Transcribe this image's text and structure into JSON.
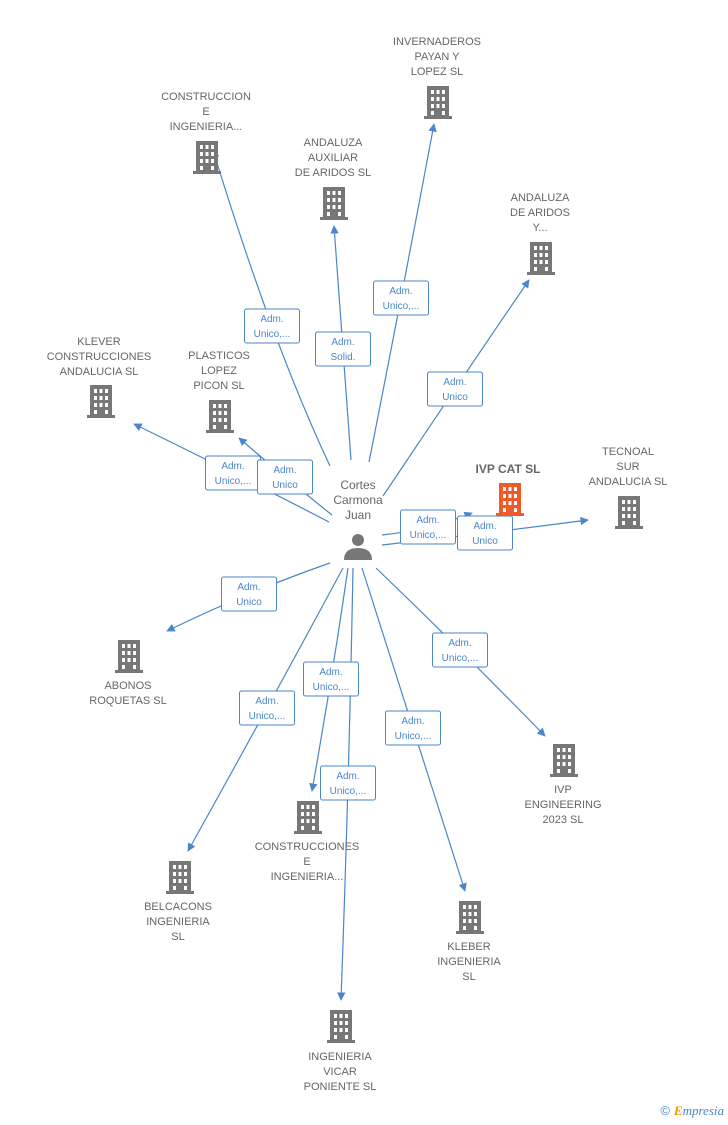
{
  "colors": {
    "edge": "#4a86c8",
    "building": "#777777",
    "focus_building": "#f05a28",
    "person": "#777777"
  },
  "person": {
    "name_lines": [
      "Cortes",
      "Carmona",
      "Juan"
    ],
    "icon": "person-icon"
  },
  "companies": [
    {
      "id": "invernaderos",
      "lines": [
        "INVERNADEROS",
        "PAYAN Y",
        "LOPEZ SL"
      ],
      "focus": false
    },
    {
      "id": "construccion-top",
      "lines": [
        "CONSTRUCCION",
        "E",
        "INGENIERIA..."
      ],
      "focus": false
    },
    {
      "id": "andaluza-auxiliar",
      "lines": [
        "ANDALUZA",
        "AUXILIAR",
        "DE ARIDOS  SL"
      ],
      "focus": false
    },
    {
      "id": "andaluza-aridos",
      "lines": [
        "ANDALUZA",
        "DE ARIDOS",
        "Y..."
      ],
      "focus": false
    },
    {
      "id": "klever",
      "lines": [
        "KLEVER",
        "CONSTRUCCIONES",
        "ANDALUCIA  SL"
      ],
      "focus": false
    },
    {
      "id": "plasticos",
      "lines": [
        "PLASTICOS",
        "LOPEZ",
        "PICON SL"
      ],
      "focus": false
    },
    {
      "id": "ivp-cat",
      "lines": [
        "IVP CAT  SL"
      ],
      "focus": true
    },
    {
      "id": "tecnoal",
      "lines": [
        "TECNOAL",
        "SUR",
        "ANDALUCIA SL"
      ],
      "focus": false
    },
    {
      "id": "abonos",
      "lines": [
        "ABONOS",
        "ROQUETAS SL"
      ],
      "focus": false
    },
    {
      "id": "ivp-engineering",
      "lines": [
        "IVP",
        "ENGINEERING",
        "2023  SL"
      ],
      "focus": false
    },
    {
      "id": "construcciones-bottom",
      "lines": [
        "CONSTRUCCIONES",
        "E",
        "INGENIERIA..."
      ],
      "focus": false
    },
    {
      "id": "belcacons",
      "lines": [
        "BELCACONS",
        "INGENIERIA",
        "SL"
      ],
      "focus": false
    },
    {
      "id": "kleber",
      "lines": [
        "KLEBER",
        "INGENIERIA",
        "SL"
      ],
      "focus": false
    },
    {
      "id": "ingenieria-vicar",
      "lines": [
        "INGENIERIA",
        "VICAR",
        "PONIENTE  SL"
      ],
      "focus": false
    }
  ],
  "edges": [
    {
      "to": "invernaderos",
      "label": [
        "Adm.",
        "Unico,..."
      ]
    },
    {
      "to": "construccion-top",
      "label": [
        "Adm.",
        "Unico,..."
      ]
    },
    {
      "to": "andaluza-auxiliar",
      "label": [
        "Adm.",
        "Solid."
      ]
    },
    {
      "to": "andaluza-aridos",
      "label": [
        "Adm.",
        "Unico"
      ]
    },
    {
      "to": "klever",
      "label": [
        "Adm.",
        "Unico,..."
      ]
    },
    {
      "to": "plasticos",
      "label": [
        "Adm.",
        "Unico"
      ]
    },
    {
      "to": "ivp-cat",
      "label": [
        "Adm.",
        "Unico,..."
      ]
    },
    {
      "to": "tecnoal",
      "label": [
        "Adm.",
        "Unico"
      ]
    },
    {
      "to": "abonos",
      "label": [
        "Adm.",
        "Unico"
      ]
    },
    {
      "to": "ivp-engineering",
      "label": [
        "Adm.",
        "Unico,..."
      ]
    },
    {
      "to": "construcciones-bottom",
      "label": [
        "Adm.",
        "Unico,..."
      ]
    },
    {
      "to": "belcacons",
      "label": [
        "Adm.",
        "Unico,..."
      ]
    },
    {
      "to": "kleber",
      "label": [
        "Adm.",
        "Unico,..."
      ]
    },
    {
      "to": "ingenieria-vicar",
      "label": [
        "Adm.",
        "Unico,..."
      ]
    }
  ],
  "footer": {
    "copyright_symbol": "©",
    "brand_initial": "E",
    "brand_rest": "mpresia"
  }
}
